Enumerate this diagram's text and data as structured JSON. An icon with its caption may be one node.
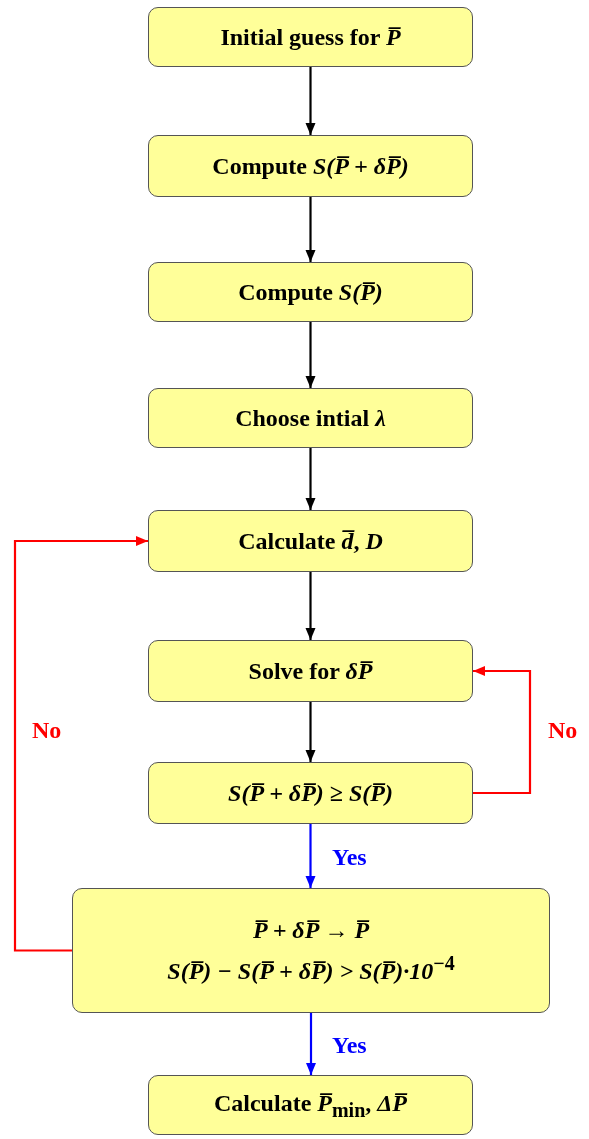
{
  "diagram": {
    "nodes": [
      {
        "text": [
          "Initial guess for *P̅*"
        ]
      },
      {
        "text": [
          "Compute  *S(P̅ + δP̅)*"
        ]
      },
      {
        "text": [
          "Compute *S(P̅)*"
        ]
      },
      {
        "text": [
          "Choose intial *λ*"
        ]
      },
      {
        "text": [
          "Calculate *d̅*, *D*"
        ]
      },
      {
        "text": [
          "Solve for *δP̅*"
        ]
      },
      {
        "text": [
          "*S(P̅ + δP̅) ≥ S(P̅)*"
        ]
      },
      {
        "text": [
          "*P̅ + δP̅ → P̅*",
          "*S(P̅) − S(P̅ + δP̅) > S(P̅)·10*$^{−4}$"
        ]
      },
      {
        "text": [
          "Calculate  *P̅*$_{min}$, *ΔP̅*"
        ]
      }
    ],
    "edges": [
      {
        "from": 0,
        "to": 1,
        "arrow": "to"
      },
      {
        "from": 1,
        "to": 2,
        "arrow": "to"
      },
      {
        "from": 2,
        "to": 3,
        "arrow": "to"
      },
      {
        "from": 3,
        "to": 4,
        "arrow": "to"
      },
      {
        "from": 4,
        "to": 5,
        "arrow": "to"
      },
      {
        "from": 5,
        "to": 6,
        "arrow": "to"
      },
      {
        "from": 6,
        "to": 5,
        "arrow": "to",
        "label": "No",
        "color": "#ff0000"
      },
      {
        "from": 6,
        "to": 7,
        "arrow": "to",
        "label": "Yes",
        "color": "#0000ff"
      },
      {
        "from": 7,
        "to": 4,
        "arrow": "to",
        "label": "No",
        "color": "#ff0000"
      },
      {
        "from": 7,
        "to": 8,
        "arrow": "to",
        "label": "Yes",
        "color": "#0000ff"
      }
    ]
  }
}
